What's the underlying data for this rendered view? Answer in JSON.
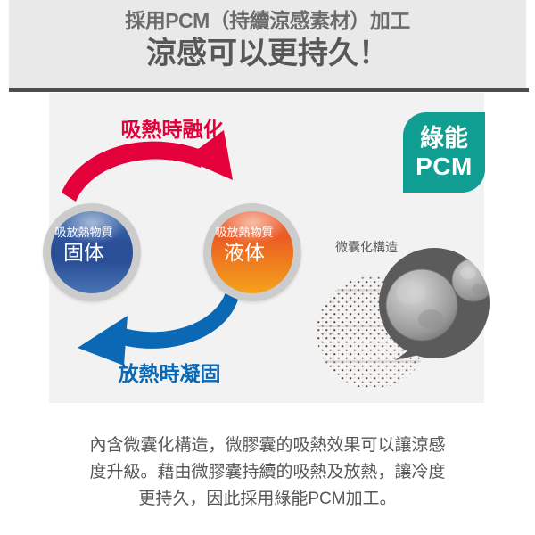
{
  "header": {
    "subtitle": "採用PCM（持續涼感素材）加工",
    "title": "涼感可以更持久！"
  },
  "diagram": {
    "arrow_top_label": "吸熱時融化",
    "arrow_bottom_label": "放熱時凝固",
    "sphere_solid": {
      "caption": "吸放熱物質",
      "state": "固体"
    },
    "sphere_liquid": {
      "caption": "吸放熱物質",
      "state": "液体"
    },
    "badge": {
      "line1": "綠能",
      "line2": "PCM"
    },
    "micro_label": "微囊化構造"
  },
  "footer": {
    "line1": "內含微囊化構造，微膠囊的吸熱效果可以讓涼感",
    "line2": "度升級。藉由微膠囊持續的吸熱及放熱，讓冷度",
    "line3": "更持久，因此採用綠能PCM加工。"
  },
  "colors": {
    "red_arrow": "#e4003a",
    "blue_arrow": "#0a68b4",
    "badge_green": "#0f9e91",
    "header_band": "#e9e9e9",
    "panel_gray": "#f3f2f3",
    "rule": "#4d4d4d",
    "text_gray": "#575757"
  }
}
